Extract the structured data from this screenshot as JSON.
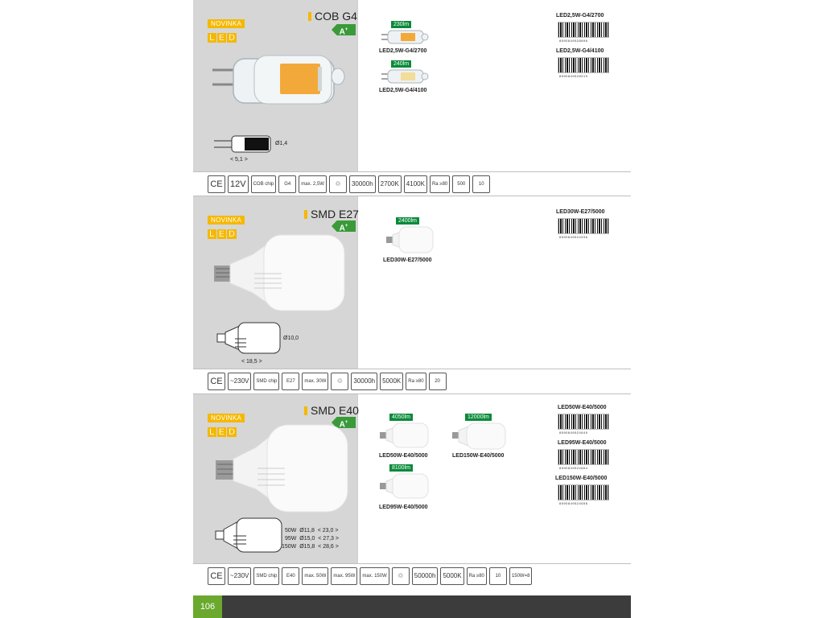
{
  "page_number": "106",
  "badge_novinka": "NOVINKA",
  "badge_led": "LED",
  "energy_class": "A",
  "energy_plus": "+",
  "sections": [
    {
      "title": "COB G4",
      "dimension_diameter": "Ø1,4",
      "dimension_length": "< 5,1 >",
      "variants": [
        {
          "lumen": "230lm",
          "code": "LED2,5W-G4/2700"
        },
        {
          "lumen": "240lm",
          "code": "LED2,5W-G4/4100"
        }
      ],
      "barcodes": [
        {
          "code": "LED2,5W-G4/2700",
          "number": "8590849528896"
        },
        {
          "code": "LED2,5W-G4/4100",
          "number": "8590849528919"
        }
      ],
      "icons": [
        "CE",
        "12V",
        "COB chip",
        "G4",
        "max. 2,5W",
        "recycle",
        "30000h",
        "2700K",
        "4100K",
        "Ra ≥80",
        "500",
        "10"
      ]
    },
    {
      "title": "SMD E27",
      "dimension_diameter": "Ø10,0",
      "dimension_length": "< 18,5 >",
      "variants": [
        {
          "lumen": "2400lm",
          "code": "LED30W-E27/5000"
        }
      ],
      "barcodes": [
        {
          "code": "LED30W-E27/5000",
          "number": "8590849524936"
        }
      ],
      "icons": [
        "CE",
        "~230V",
        "SMD chip",
        "E27",
        "max. 30W",
        "recycle",
        "30000h",
        "5000K",
        "Ra ≥80",
        "20"
      ]
    },
    {
      "title": "SMD E40",
      "dimension_rows": [
        {
          "watt": "50W",
          "dia": "Ø11,8",
          "len": "< 23,0 >"
        },
        {
          "watt": "95W",
          "dia": "Ø15,0",
          "len": "< 27,3 >"
        },
        {
          "watt": "150W",
          "dia": "Ø15,8",
          "len": "< 28,6 >"
        }
      ],
      "variants": [
        {
          "lumen": "4050lm",
          "code": "LED50W-E40/5000"
        },
        {
          "lumen": "12000lm",
          "code": "LED150W-E40/5000"
        },
        {
          "lumen": "8100lm",
          "code": "LED95W-E40/5000"
        }
      ],
      "barcodes": [
        {
          "code": "LED50W-E40/5000",
          "number": "8590849524649"
        },
        {
          "code": "LED95W-E40/5000",
          "number": "8590849524664"
        },
        {
          "code": "LED150W-E40/5000",
          "number": "8590849524656"
        }
      ],
      "icons": [
        "CE",
        "~230V",
        "SMD chip",
        "E40",
        "max. 50W",
        "max. 95W",
        "max. 150W",
        "recycle",
        "50000h",
        "5000K",
        "Ra ≥80",
        "10",
        "150W=8"
      ]
    }
  ]
}
